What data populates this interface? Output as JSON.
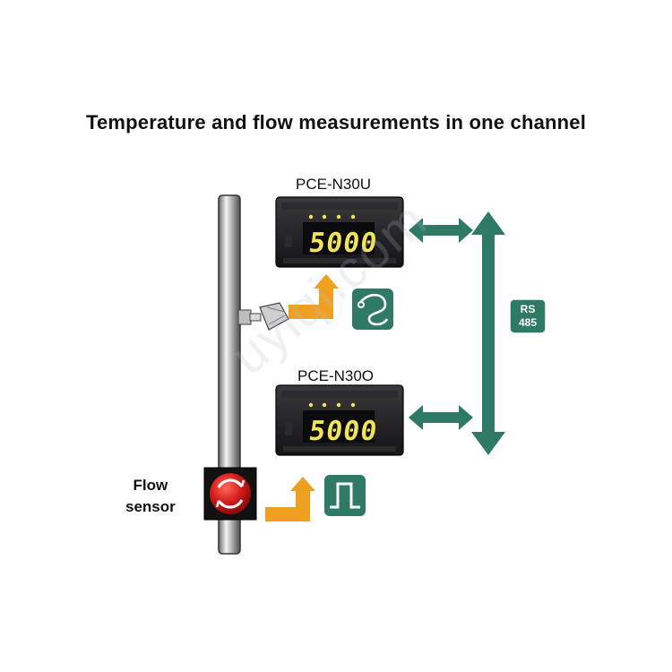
{
  "title": "Temperature and flow measurements in one channel",
  "meters": [
    {
      "model": "PCE-N30U",
      "display": "5000"
    },
    {
      "model": "PCE-N30O",
      "display": "5000"
    }
  ],
  "flow_sensor": {
    "line1": "Flow",
    "line2": "sensor"
  },
  "bus": {
    "line1": "RS",
    "line2": "485"
  },
  "watermark": "uyiqi.com",
  "colors": {
    "accent_green": "#2e7a65",
    "signal_orange": "#f0a020",
    "meter_body": "#1f1f22",
    "digits": "#f2e45a",
    "sensor_red": "#d01818"
  },
  "icons": [
    "thermocouple-icon",
    "pulse-signal-icon",
    "flow-sensor-icon"
  ]
}
